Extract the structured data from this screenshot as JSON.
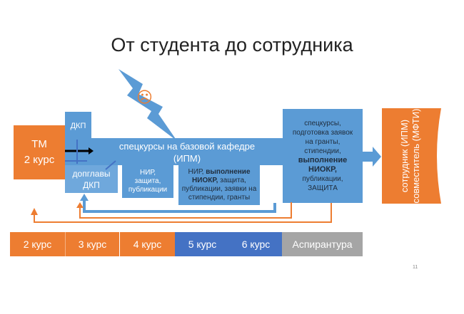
{
  "title": "От студента до сотрудника",
  "tm_block": {
    "line1": "ТМ",
    "line2": "2 курс"
  },
  "dkp_label": "ДКП",
  "dopglavy": {
    "line1": "допглавы",
    "line2": "ДКП"
  },
  "base_dept": {
    "line1": "спецкурсы на базовой кафедре",
    "line2": "(ИПМ)"
  },
  "nir_small": {
    "line1": "НИР,",
    "line2": "защита,",
    "line3": "публикации"
  },
  "nir_large": {
    "l1a": "НИР, ",
    "l1b": "выполнение",
    "l2a": "НИОКР, ",
    "l2b": "защита,",
    "l3": "публикации,  заявки на",
    "l4": "стипендии, гранты"
  },
  "right_block": {
    "l1": "спецкурсы,",
    "l2": "подготовка заявок",
    "l3": "на гранты,",
    "l4": "стипендии,",
    "l5": "выполнение",
    "l6": "НИОКР,",
    "l7": "публикации,",
    "l8": "ЗАЩИТА"
  },
  "employee_block": {
    "line1": "сотрудник",
    "line2": "(ИПМ)",
    "line3": "совместитель",
    "line4": "(МФТИ)"
  },
  "sad_face": "☹",
  "courses": [
    "2 курс",
    "3 курс",
    "4 курс",
    "5 курс",
    "6 курс",
    "Аспирантура"
  ],
  "page_number": "11",
  "colors": {
    "orange": "#ed7d31",
    "blue": "#5b9bd5",
    "dark_blue": "#4472c4",
    "gray": "#a5a5a5"
  }
}
